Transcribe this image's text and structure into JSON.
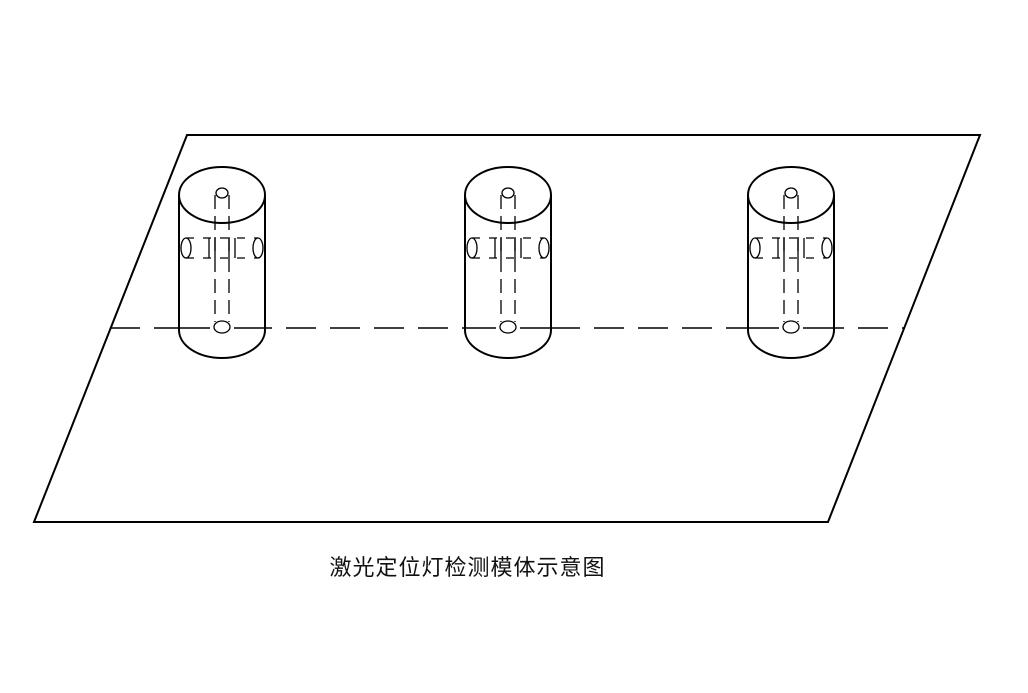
{
  "caption": "激光定位灯检测模体示意图",
  "cylinders": [
    {
      "name": "left-cylinder"
    },
    {
      "name": "middle-cylinder"
    },
    {
      "name": "right-cylinder"
    }
  ],
  "colors": {
    "line": "#000000",
    "background": "#ffffff"
  }
}
